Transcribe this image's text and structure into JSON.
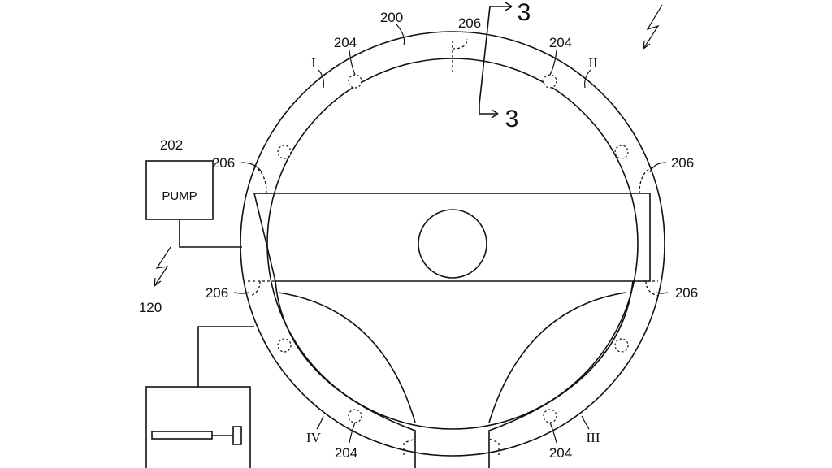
{
  "labels": {
    "ring": "200",
    "pump_ref": "202",
    "sensor": "204",
    "seam": "206",
    "system": "120",
    "section": "3"
  },
  "roman": {
    "q1": "I",
    "q2": "II",
    "q3": "III",
    "q4": "IV"
  },
  "pump": {
    "text": "PUMP"
  }
}
